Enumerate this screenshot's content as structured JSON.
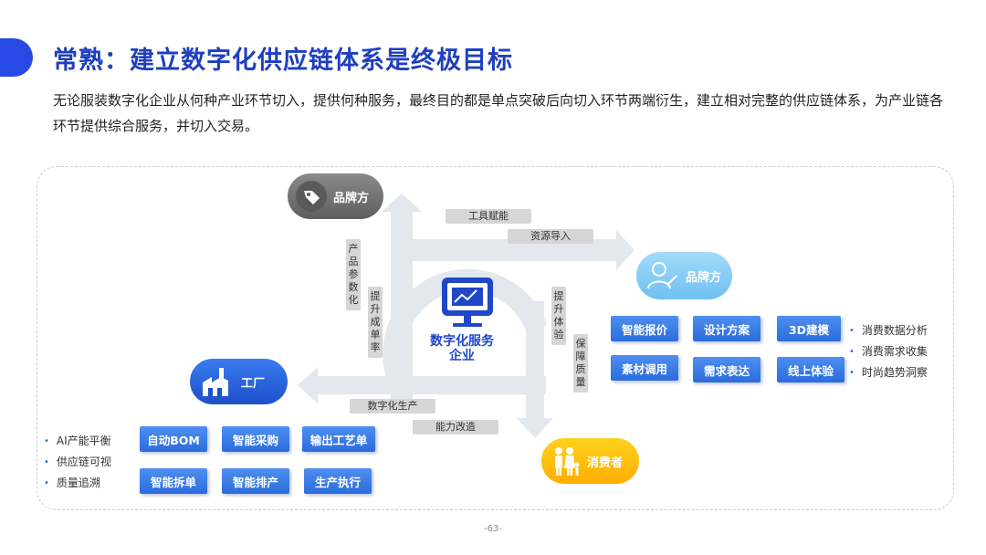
{
  "title": "常熟：建立数字化供应链体系是终极目标",
  "intro": "无论服装数字化企业从何种产业环节切入，提供何种服务，最终目的都是单点突破后向切入环节两端衍生，建立相对完整的供应链体系，为产业链各环节提供综合服务，并切入交易。",
  "center": {
    "line1": "数字化服务",
    "line2": "企业"
  },
  "nodes": {
    "brand_top": "品牌方",
    "brand_right": "品牌方",
    "factory": "工厂",
    "consumer": "消费者"
  },
  "arrow_labels": {
    "tool_empower": "工具赋能",
    "resource_import": "资源导入",
    "digital_production": "数字化生产",
    "capability_improve": "能力改造",
    "product_digitize": "产品参数化",
    "improve_order_rate": "提升成单率",
    "improve_experience": "提升体验",
    "quality_assurance": "保障质量"
  },
  "brand_services": [
    "智能报价",
    "设计方案",
    "3D建模",
    "素材调用",
    "需求表达",
    "线上体验"
  ],
  "brand_bullets": [
    "消费数据分析",
    "消费需求收集",
    "时尚趋势洞察"
  ],
  "factory_services": [
    "自动BOM",
    "智能采购",
    "输出工艺单",
    "智能拆单",
    "智能排产",
    "生产执行"
  ],
  "factory_bullets": [
    "AI产能平衡",
    "供应链可视",
    "质量追溯"
  ],
  "page_number": "-63-",
  "colors": {
    "accent": "#2749e6",
    "title": "#1f3fbf",
    "tag": "#2a6cdc",
    "gray_node": "#6e6e6e",
    "light_blue_node": "#7cc8f5",
    "factory_blue": "#2a62d8",
    "consumer_yellow": "#ffb800"
  }
}
